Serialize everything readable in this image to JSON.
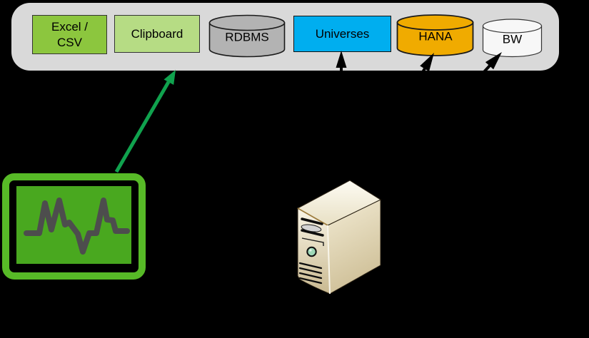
{
  "canvas": {
    "background": "#000000"
  },
  "sources_bar": {
    "background": "#D9D9D9",
    "items": [
      {
        "label": "Excel /\nCSV",
        "shape": "box",
        "fill": "#8CC63E"
      },
      {
        "label": "Clipboard",
        "shape": "box",
        "fill": "#B6DC84"
      },
      {
        "label": "RDBMS",
        "shape": "cylinder",
        "fill": "#B3B3B3"
      },
      {
        "label": "Universes",
        "shape": "box",
        "fill": "#00AEEF"
      },
      {
        "label": "HANA",
        "shape": "cylinder",
        "fill": "#F0AB00"
      },
      {
        "label": "BW",
        "shape": "cylinder",
        "fill": "#F7F7F7"
      }
    ]
  },
  "connectors": {
    "monitor_to_clipboard": {
      "color": "#10A24E"
    },
    "server_to_universes": {
      "color": "#000000"
    },
    "server_to_hana": {
      "color": "#000000"
    },
    "server_to_bw": {
      "color": "#000000"
    }
  },
  "icons": {
    "monitor": {
      "frame": "#57BA27",
      "screen": "#49A81F",
      "line": "#4D4D4D"
    },
    "server": {
      "outline": "#2A2113"
    }
  }
}
